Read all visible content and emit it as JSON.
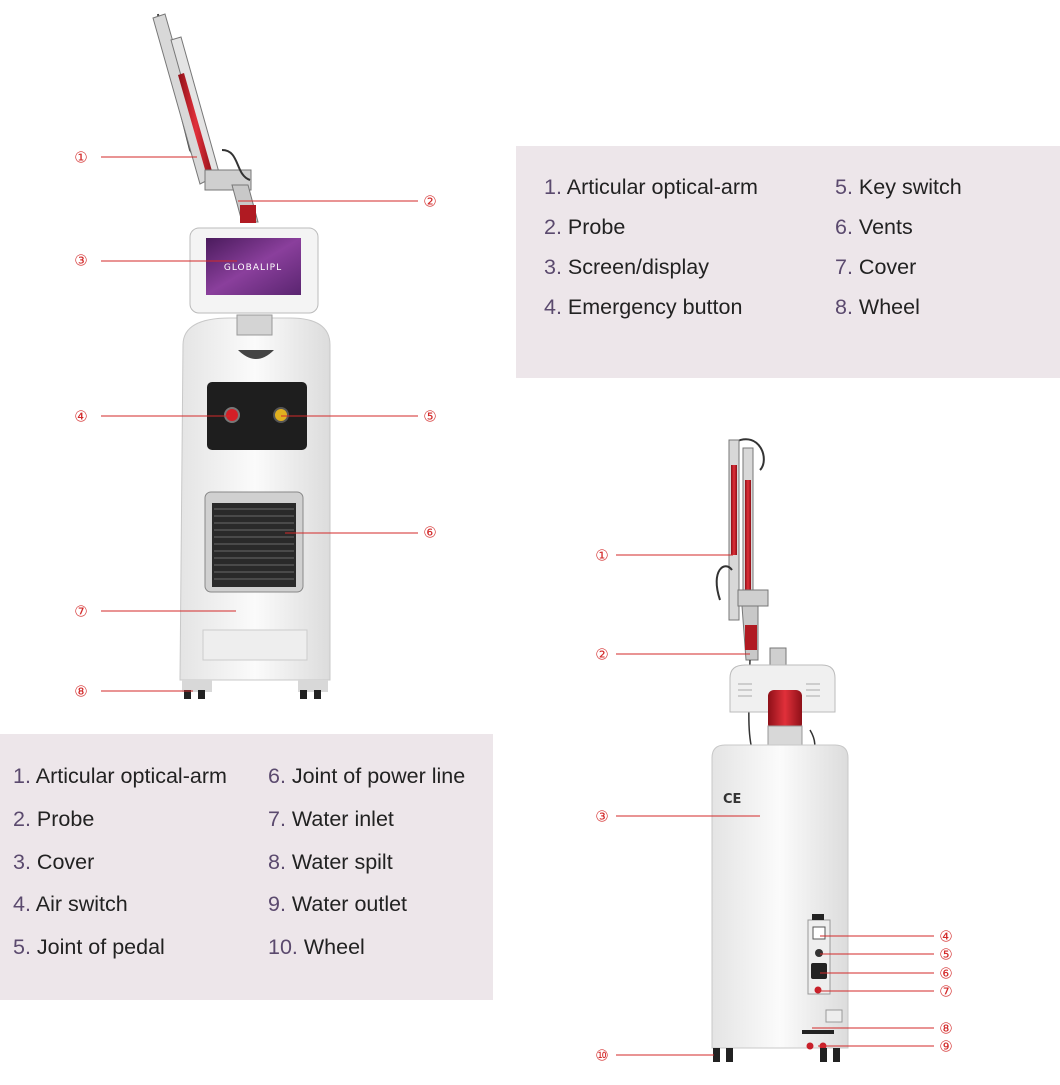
{
  "front_view": {
    "screen_logo": "GLOBALIPL",
    "callouts": [
      "①",
      "②",
      "③",
      "④",
      "⑤",
      "⑥",
      "⑦",
      "⑧"
    ]
  },
  "front_legend": {
    "left": [
      {
        "num": "1.",
        "text": "Articular optical-arm"
      },
      {
        "num": "2.",
        "text": "Probe"
      },
      {
        "num": "3.",
        "text": "Screen/display"
      },
      {
        "num": "4.",
        "text": "Emergency button"
      }
    ],
    "right": [
      {
        "num": "5.",
        "text": "Key switch"
      },
      {
        "num": "6.",
        "text": "Vents"
      },
      {
        "num": "7.",
        "text": "Cover"
      },
      {
        "num": "8.",
        "text": "Wheel"
      }
    ]
  },
  "rear_view": {
    "ce_mark": "CE",
    "callouts": [
      "①",
      "②",
      "③",
      "④",
      "⑤",
      "⑥",
      "⑦",
      "⑧",
      "⑨",
      "⑩"
    ]
  },
  "rear_legend": {
    "left": [
      {
        "num": "1.",
        "text": "Articular optical-arm"
      },
      {
        "num": "2.",
        "text": "Probe"
      },
      {
        "num": "3.",
        "text": "Cover"
      },
      {
        "num": "4.",
        "text": "Air switch"
      },
      {
        "num": "5.",
        "text": "Joint of pedal"
      }
    ],
    "right": [
      {
        "num": "6.",
        "text": "Joint of power line"
      },
      {
        "num": "7.",
        "text": "Water inlet"
      },
      {
        "num": "8.",
        "text": "Water spilt"
      },
      {
        "num": "9.",
        "text": "Water outlet"
      },
      {
        "num": "10.",
        "text": "Wheel"
      }
    ]
  },
  "colors": {
    "callout": "#d32a2a",
    "legend_bg": "#ede6ea",
    "legend_number": "#5b4a6e",
    "arm_red": "#c8202a",
    "screen_purple": "#7a3a8c"
  }
}
